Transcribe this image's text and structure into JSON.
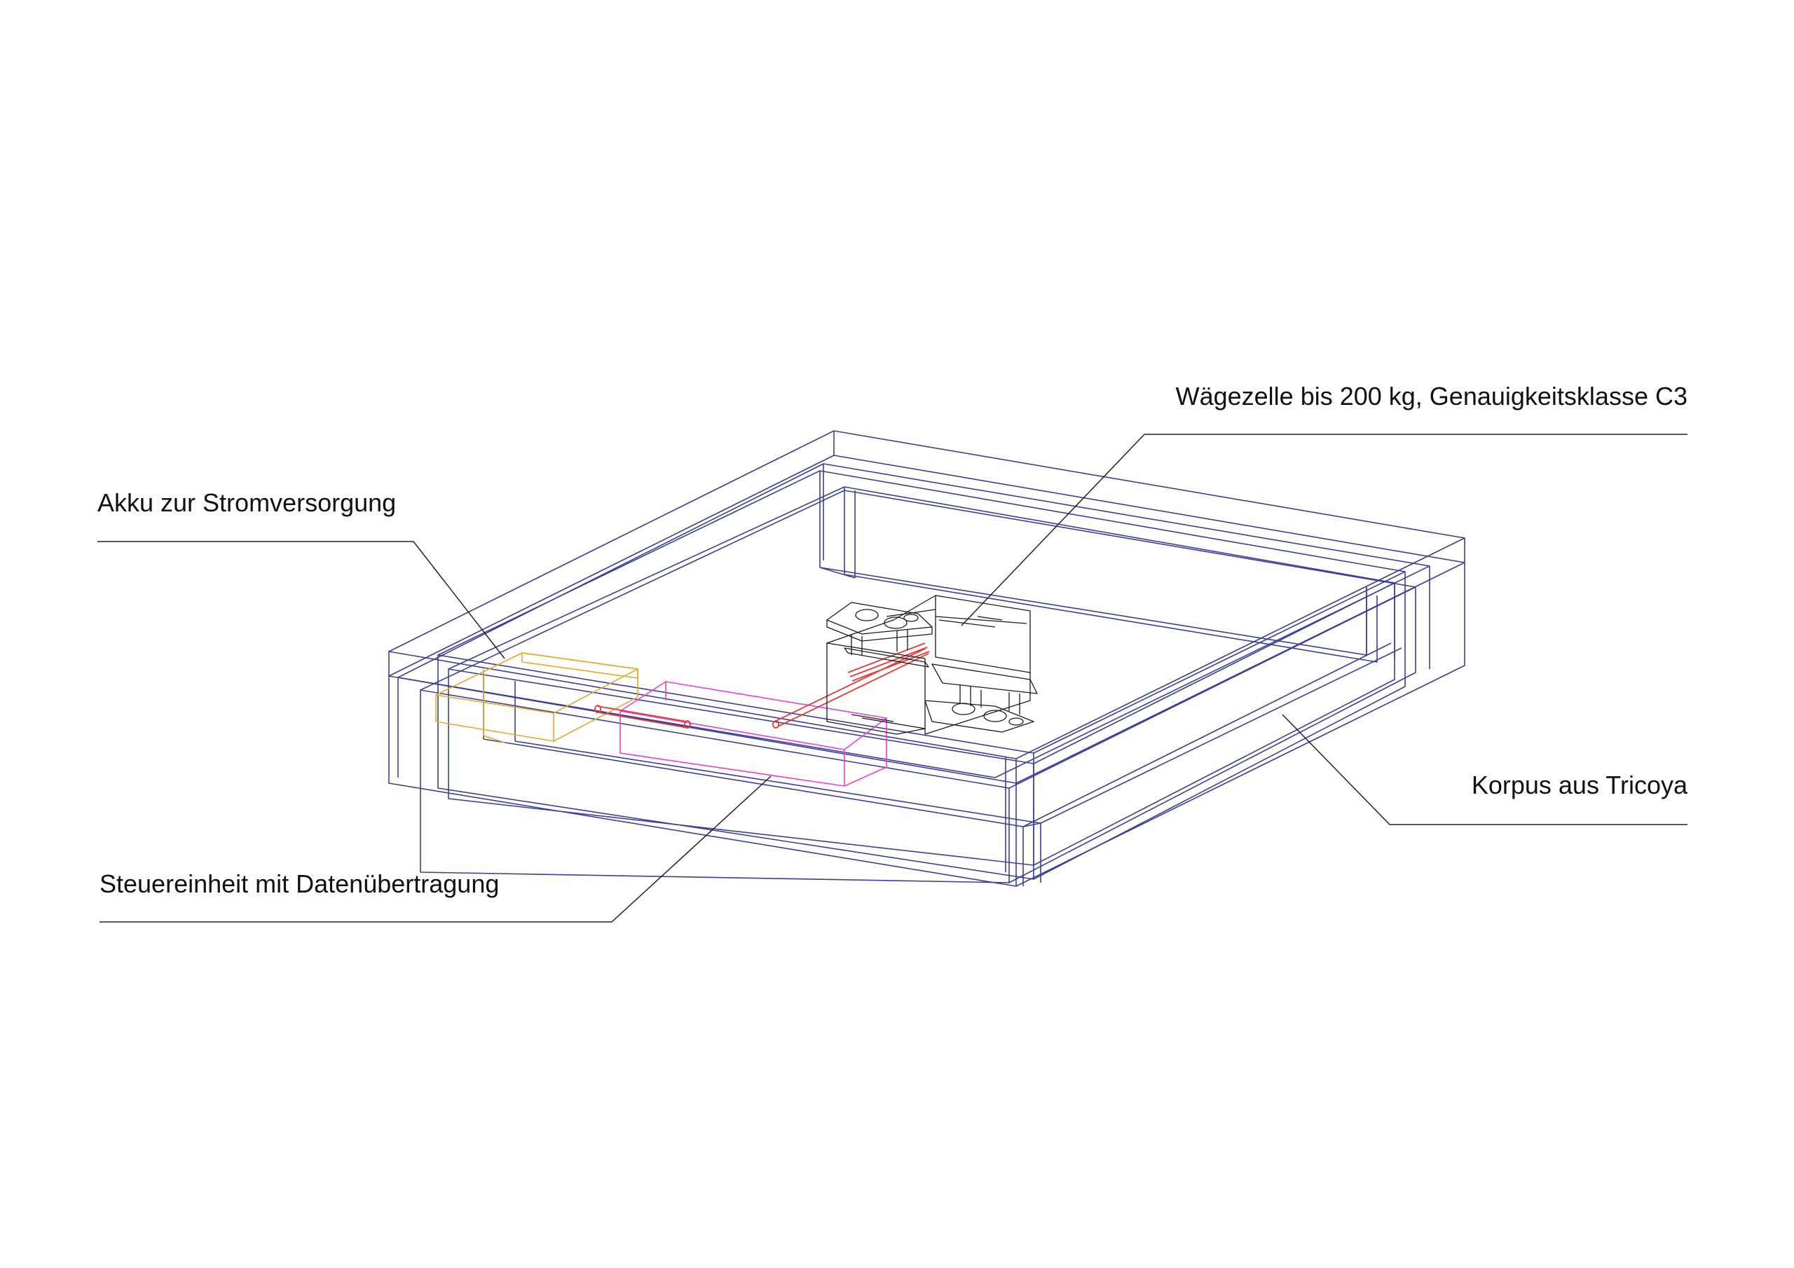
{
  "labels": {
    "akku": "Akku zur Stromversorgung",
    "steuereinheit": "Steuereinheit mit Datenübertragung",
    "waegezelle": "Wägezelle bis 200 kg, Genauigkeitsklasse C3",
    "korpus": "Korpus aus Tricoya"
  },
  "colors": {
    "background": "#ffffff",
    "text": "#111111",
    "leader_line": "#222222",
    "korpus": "#3a3f9a",
    "akku": "#e3a92b",
    "steuereinheit": "#ec3fd6",
    "kabel": "#e53935",
    "waegezelle": "#1a1a1a"
  }
}
